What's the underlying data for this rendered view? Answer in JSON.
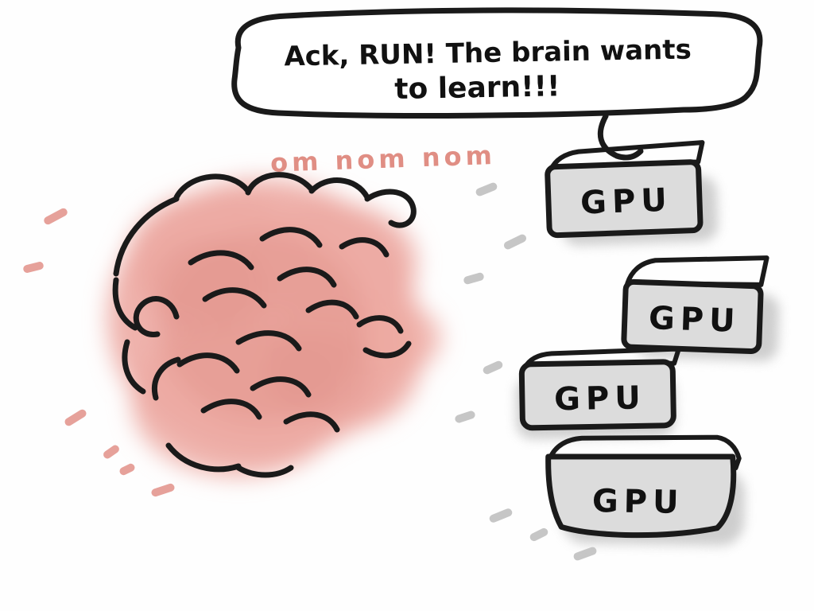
{
  "scene": {
    "speech_bubble": {
      "line1": "Ack, RUN! The brain wants",
      "line2": "to learn!!!"
    },
    "sound_effect": "om nom nom",
    "gpu_labels": [
      "GPU",
      "GPU",
      "GPU",
      "GPU"
    ],
    "colors": {
      "brain_pink": "#edaaa3",
      "brain_pink_dark": "#e2948c",
      "sound_text": "#e08e84",
      "gpu_gray": "#dcdcdc",
      "gpu_lid_gray": "#ececec",
      "shadow_gray": "#c9c9c9",
      "dash_pink": "#e6a19a",
      "dash_gray": "#c6c6c6",
      "ink": "#1a1a1a",
      "bubble_fill": "#ffffff"
    }
  }
}
